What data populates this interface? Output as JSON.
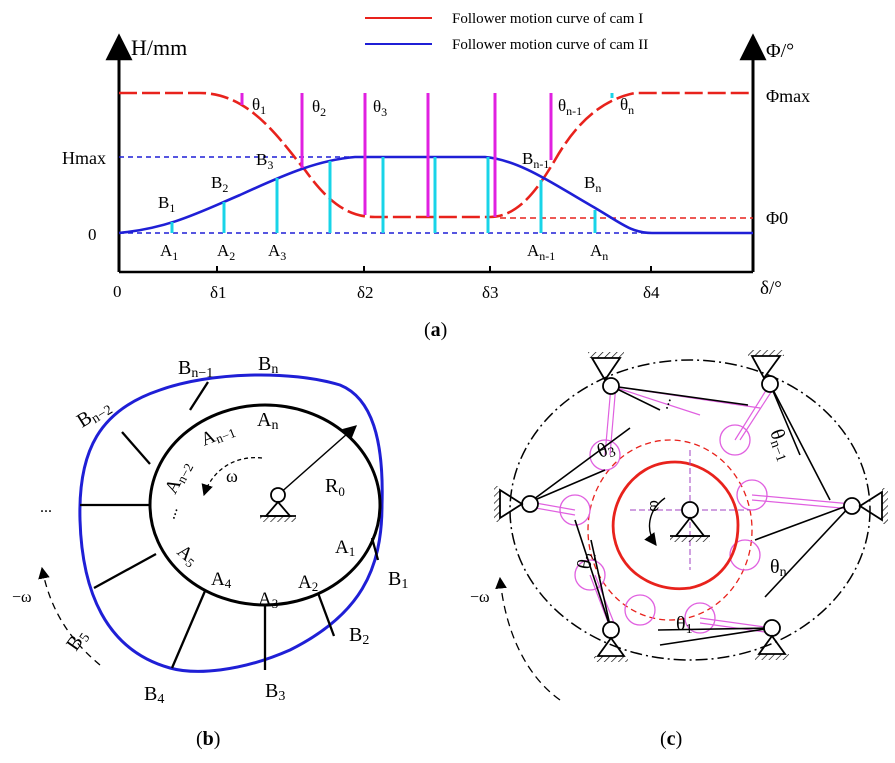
{
  "legend": {
    "cam1": {
      "label": "Follower motion curve of cam I",
      "color": "#e8221c"
    },
    "cam2": {
      "label": "Follower motion curve of cam II",
      "color": "#1f1fd6"
    }
  },
  "panel_a": {
    "caption": "a",
    "y_left_label": "H/mm",
    "y_right_label": "Φ/°",
    "x_label": "δ/°",
    "origin_label": "0",
    "left_ticks": {
      "hmax": "Hmax",
      "zero": "0"
    },
    "right_ticks": {
      "phimax": "Φmax",
      "phi0": "Φ0"
    },
    "x_ticks": [
      "0",
      "δ1",
      "δ2",
      "δ3",
      "δ4"
    ],
    "a_labels": [
      "A1",
      "A2",
      "A3",
      "An-1",
      "An"
    ],
    "b_labels": [
      "B1",
      "B2",
      "B3",
      "Bn-1",
      "Bn"
    ],
    "theta_labels": [
      "θ1",
      "θ2",
      "θ3",
      "θn-1",
      "θn"
    ],
    "colors": {
      "cam1": "#e8221c",
      "cam2": "#1f1fd6",
      "magenta": "#e020e0",
      "cyan": "#18d4e8"
    }
  },
  "panel_b": {
    "caption": "b",
    "outer_labels": [
      "Bn-1",
      "Bn",
      "Bn-2",
      "B1",
      "B2",
      "B3",
      "B4",
      "B5",
      "..."
    ],
    "inner_labels": [
      "An",
      "An-1",
      "An-2",
      "...",
      "A5",
      "A4",
      "A3",
      "A2",
      "A1"
    ],
    "radius_label": "R0",
    "omega_label": "ω",
    "minus_omega_label": "−ω",
    "outer_color": "#1f1fd6"
  },
  "panel_c": {
    "caption": "c",
    "theta_labels": [
      "θ3",
      "θ2",
      "θ1",
      "θn",
      "θn-1"
    ],
    "omega_label": "ω",
    "minus_omega_label": "−ω",
    "dots": "...",
    "cam_color": "#e8221c",
    "link_color": "#e060e0"
  }
}
